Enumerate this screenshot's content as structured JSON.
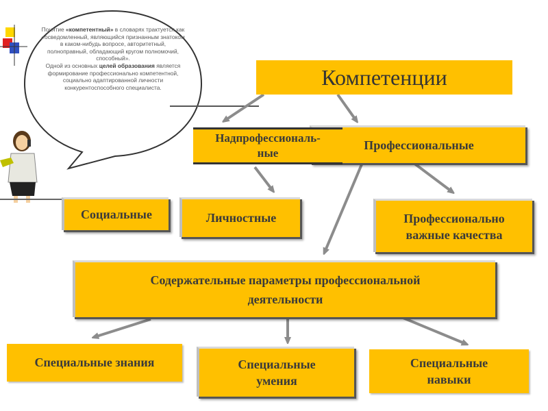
{
  "title": "Компетенции",
  "nodes": {
    "nadprof": "Надпрофессиональ-\nные",
    "prof": "Профессиональные",
    "social": "Социальные",
    "lichn": "Личностные",
    "pvk": "Профессионально\nважные качества",
    "content": "Содержательные параметры профессиональной\nдеятельности",
    "special_knowledge": "Специальные знания",
    "special_skills": "Специальные\nумения",
    "special_habits": "Специальные\nнавыки"
  },
  "bubble": {
    "p1_start": "Понятие ",
    "p1_bold": "«компетентный»",
    "p1_rest": " в словарях трактуется как «осведомленный, являющийся признанным знатоком в каком-нибудь вопросе, авторитетный, полноправный, обладающий кругом полномочий, способный».",
    "p2_start": "Одной из основных ",
    "p2_bold": "целей образования",
    "p2_rest": " является формирование профессионально компетентной, социально адаптированной личности конкурентоспособного специалиста."
  },
  "colors": {
    "box_fill": "#ffc000",
    "arrow": "#8c8c8c",
    "text": "#3a3a3a"
  },
  "icons": [
    "pushpin-icon",
    "woman-with-phone-icon"
  ]
}
